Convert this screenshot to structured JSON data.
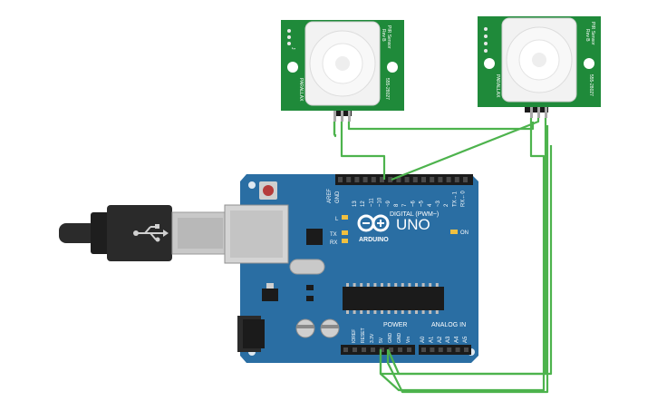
{
  "sensors": [
    {
      "name": "PIR Sensor",
      "rev": "Rev B",
      "brand": "PARALLAX",
      "part": "555-28027"
    },
    {
      "name": "PIR Sensor",
      "rev": "Rev B",
      "brand": "PARALLAX",
      "part": "555-28027"
    }
  ],
  "board": {
    "model": "UNO",
    "brand": "ARDUINO",
    "aref": "AREF",
    "gnd": "GND",
    "digital_label": "DIGITAL (PWM~)",
    "digital_pins": [
      "13",
      "12",
      "~11",
      "~10",
      "~9",
      "8",
      "7",
      "~6",
      "~5",
      "4",
      "~3",
      "2",
      "TX→1",
      "RX←0"
    ],
    "power_label": "POWER",
    "analog_label": "ANALOG IN",
    "power_pins": [
      "IOREF",
      "RESET",
      "3.3V",
      "5V",
      "GND",
      "GND",
      "Vin"
    ],
    "analog_pins": [
      "A0",
      "A1",
      "A2",
      "A3",
      "A4",
      "A5"
    ],
    "led_l": "L",
    "led_tx": "TX",
    "led_rx": "RX",
    "led_on": "ON"
  },
  "colors": {
    "board": "#2a6ea3",
    "sensor_pcb": "#1f8a3a",
    "wire": "#4db34d",
    "cable": "#2b2b2b"
  }
}
